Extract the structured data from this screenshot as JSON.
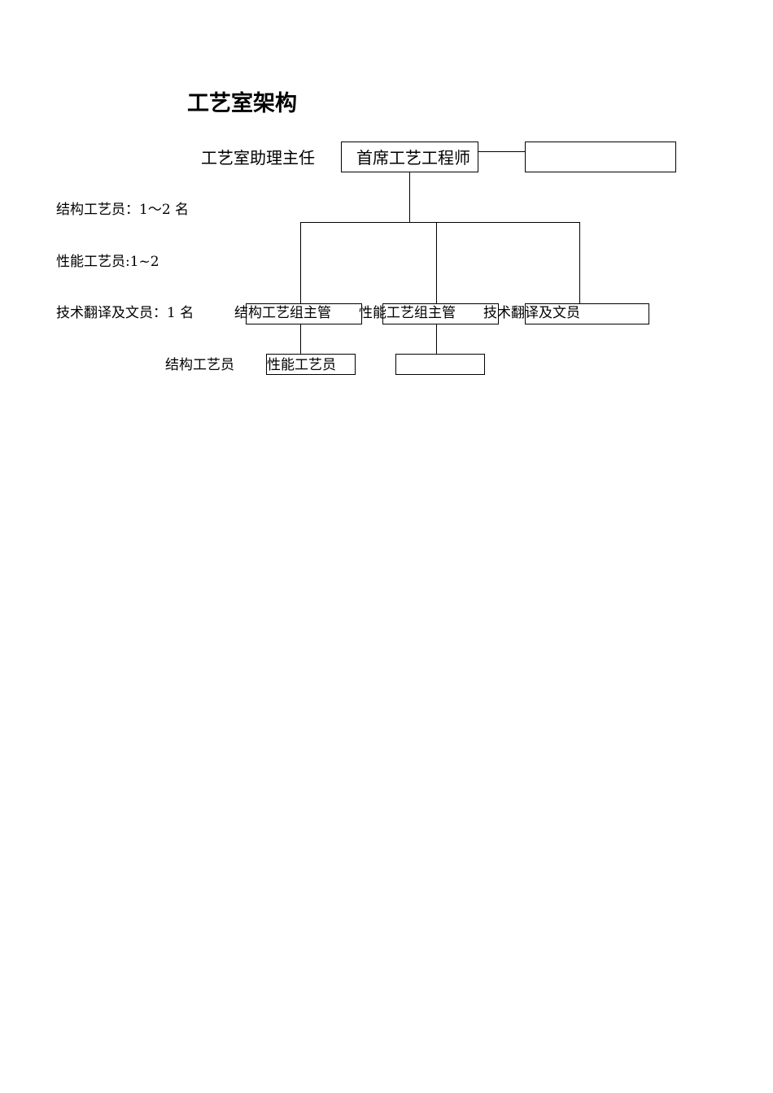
{
  "title": "工艺室架构",
  "assistant_director": "工艺室助理主任",
  "chief_engineer": "首席工艺工程师",
  "staffing": {
    "structural": "结构工艺员：1～2 名",
    "performance": "性能工艺员:1~2",
    "translation": "技术翻译及文员：1 名"
  },
  "supervisors": {
    "structural": "结构工艺组主管",
    "performance": "性能工艺组主管",
    "translation": "技术翻译及文员"
  },
  "staff": {
    "structural": "结构工艺员",
    "performance": "性能工艺员"
  }
}
